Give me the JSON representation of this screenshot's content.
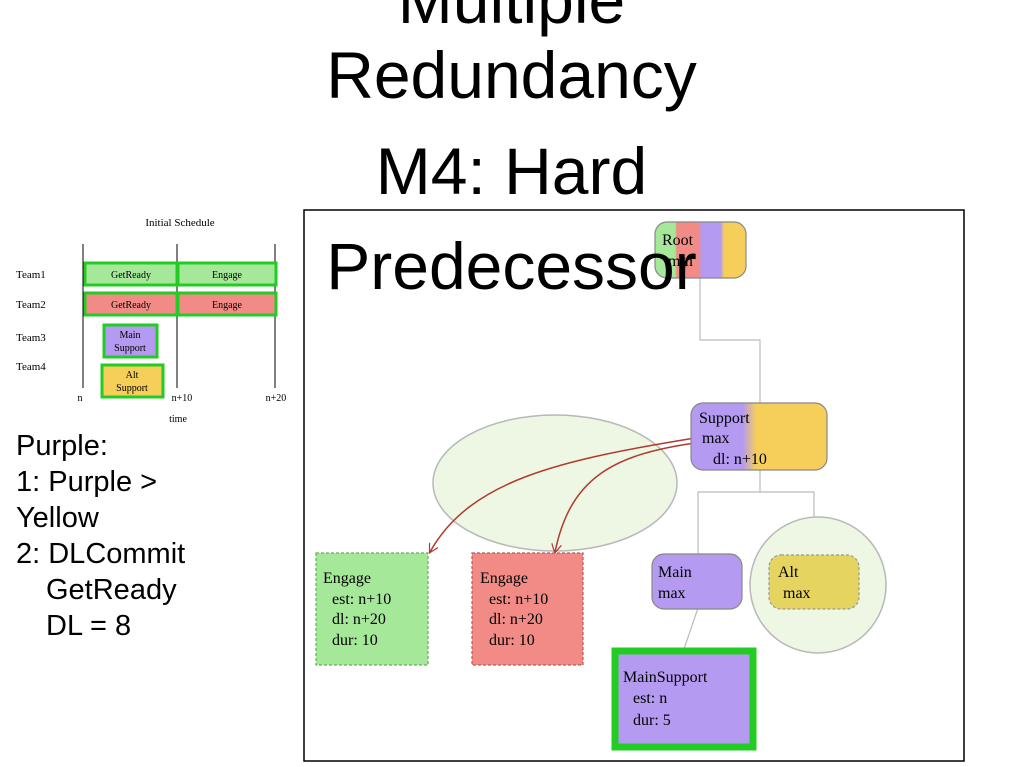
{
  "title": {
    "line1": "Redundancy",
    "line2": "M4: Hard",
    "line3": "Predecessor",
    "top_line": "Multiple"
  },
  "schedule": {
    "title": "Initial Schedule",
    "teams": [
      "Team1",
      "Team2",
      "Team3",
      "Team4"
    ],
    "blocks": {
      "team1_getready": "GetReady",
      "team1_engage": "Engage",
      "team2_getready": "GetReady",
      "team2_engage": "Engage",
      "team3_main": "Main",
      "team3_support": "Support",
      "team4_alt": "Alt",
      "team4_support": "Support"
    },
    "ticks": [
      "n",
      "n+10",
      "n+20"
    ],
    "xlabel": "time"
  },
  "notes": {
    "line1": "Purple:",
    "line2": "1: Purple >",
    "line3": "Yellow",
    "line4": "2: DLCommit",
    "line5": "GetReady",
    "line6": "DL = 8"
  },
  "tree": {
    "root": {
      "name": "Root",
      "type": "min"
    },
    "support": {
      "name": "Support",
      "type": "max",
      "dl": "dl: n+10"
    },
    "engage_green": {
      "name": "Engage",
      "est": "est: n+10",
      "dl": "dl: n+20",
      "dur": "dur: 10"
    },
    "engage_red": {
      "name": "Engage",
      "est": "est: n+10",
      "dl": "dl: n+20",
      "dur": "dur: 10"
    },
    "main": {
      "name": "Main",
      "type": "max"
    },
    "alt": {
      "name": "Alt",
      "type": "max"
    },
    "main_support": {
      "name": "MainSupport",
      "est": "est: n",
      "dur": "dur: 5"
    }
  },
  "colors": {
    "green": "#a6e89a",
    "red": "#f28b85",
    "purple": "#b49af0",
    "yellow": "#f5cf5a",
    "highlight": "#22cc22",
    "arrow": "#b03a2e"
  }
}
